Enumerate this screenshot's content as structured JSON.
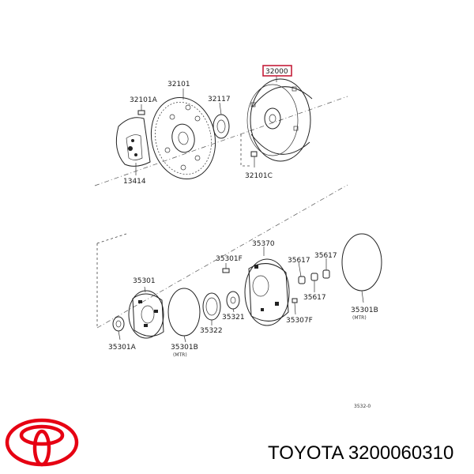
{
  "diagram": {
    "part_labels": {
      "p32000": "32000",
      "p32101": "32101",
      "p32101A": "32101A",
      "p32117": "32117",
      "p13414": "13414",
      "p32101C": "32101C",
      "p35370": "35370",
      "p35301F": "35301F",
      "p35617a": "35617",
      "p35617b": "35617",
      "p35617c": "35617",
      "p35301": "35301",
      "p35301B_right": "35301B",
      "p35307F": "35307F",
      "p35321": "35321",
      "p35322": "35322",
      "p35301A": "35301A",
      "p35301B_bottom": "35301B"
    },
    "notes": {
      "mtr_right": "(MTR)",
      "mtr_bottom": "(MTR)",
      "ref_code": "3532-0"
    },
    "highlight_color": "#c41e3a"
  },
  "brand": {
    "logo_color": "#e60012",
    "name": "TOYOTA",
    "part_number": "3200060310"
  }
}
